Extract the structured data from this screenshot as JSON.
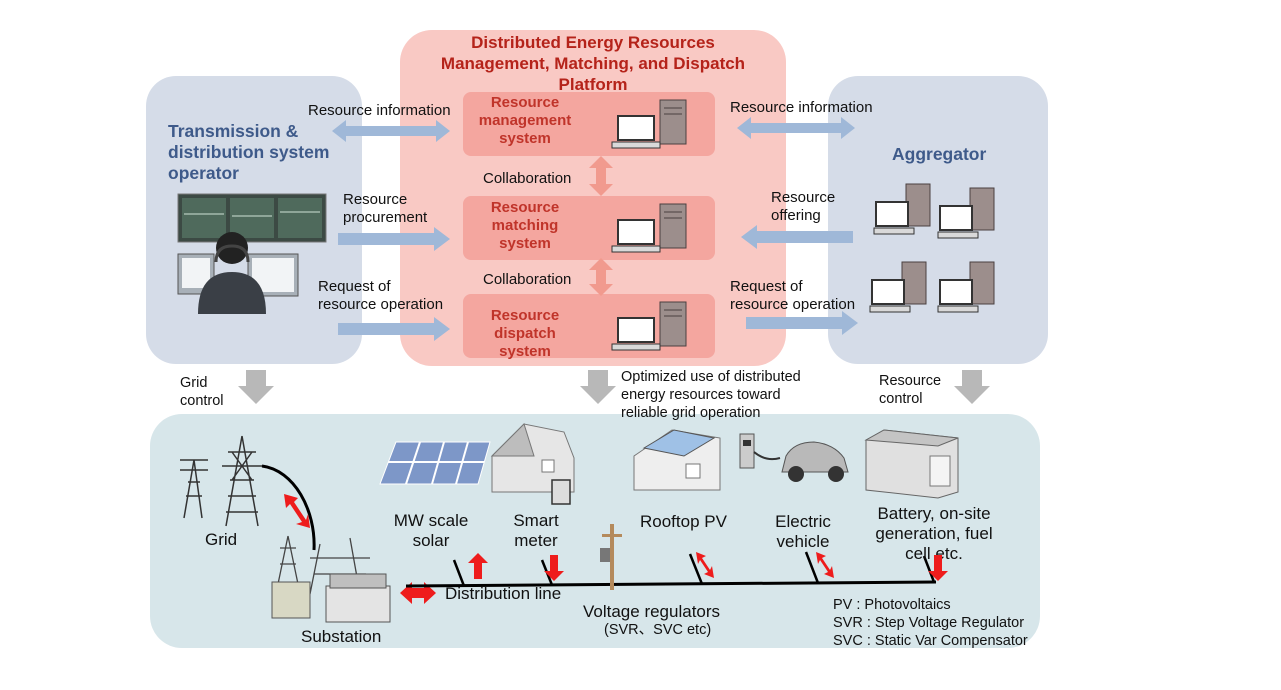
{
  "platform": {
    "title": "Distributed Energy Resources\nManagement, Matching, and Dispatch\nPlatform",
    "systems": [
      {
        "id": "management",
        "title": "Resource\nmanagement\nsystem"
      },
      {
        "id": "matching",
        "title": "Resource\nmatching\nsystem"
      },
      {
        "id": "dispatch",
        "title": "Resource\ndispatch\nsystem"
      }
    ],
    "collaboration_1": "Collaboration",
    "collaboration_2": "Collaboration"
  },
  "left_party": {
    "title": "Transmission &\ndistribution system\noperator",
    "resource_information": "Resource information",
    "resource_procurement": "Resource\nprocurement",
    "request_operation": "Request of\nresource operation",
    "grid_control": "Grid\ncontrol"
  },
  "right_party": {
    "title": "Aggregator",
    "resource_information": "Resource information",
    "resource_offering": "Resource\noffering",
    "request_operation": "Request of\nresource operation",
    "resource_control": "Resource\ncontrol"
  },
  "center_note": "Optimized use of distributed\nenergy resources toward\nreliable grid operation",
  "grid": {
    "grid": "Grid",
    "substation": "Substation",
    "mw_solar": "MW scale\nsolar",
    "smart_meter": "Smart\nmeter",
    "rooftop_pv": "Rooftop PV",
    "ev": "Electric\nvehicle",
    "battery": "Battery, on-site\ngeneration, fuel\ncell etc.",
    "distribution_line": "Distribution  line",
    "voltage_regulators": "Voltage regulators",
    "voltage_regulators_sub": "(SVR、SVC etc)"
  },
  "legend": [
    "PV : Photovoltaics",
    "SVR : Step Voltage Regulator",
    "SVC : Static Var Compensator"
  ],
  "colors": {
    "center_panel": "#f9c9c4",
    "system_box": "#f4a69f",
    "side_panel": "#d5dce8",
    "bottom_panel": "#d7e6ea",
    "blue_arrow": "#9fb8d8",
    "salmon_arrow": "#f19a8e",
    "gray_arrow": "#b8b8b8",
    "red_arrow": "#ee1c1c"
  }
}
